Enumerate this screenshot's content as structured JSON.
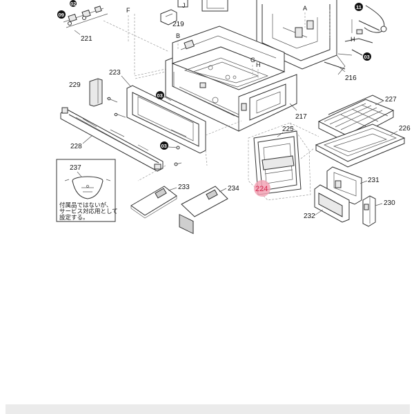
{
  "diagram": {
    "parts": {
      "p221": "221",
      "p219": "219",
      "p229": "229",
      "p223": "223",
      "p228": "228",
      "p237": "237",
      "p233": "233",
      "p234": "234",
      "p216": "216",
      "p217": "217",
      "p225": "225",
      "p227": "227",
      "p226": "226",
      "p231": "231",
      "p230": "230",
      "p232": "232"
    },
    "highlighted_part": "224",
    "letters": {
      "F": "F",
      "J": "J",
      "A": "A",
      "B": "B",
      "G": "G",
      "H1": "H",
      "H2": "H"
    },
    "badges": {
      "b09": "09",
      "b11": "11",
      "b03a": "03",
      "b03b": "03",
      "b03c": "03",
      "b02": "02"
    },
    "note_237": [
      "付属品ではないが、",
      "サービス対応用として",
      "設定する。"
    ]
  },
  "colors": {
    "highlight": "#f2a3b5",
    "highlight_text": "#d8244d"
  }
}
